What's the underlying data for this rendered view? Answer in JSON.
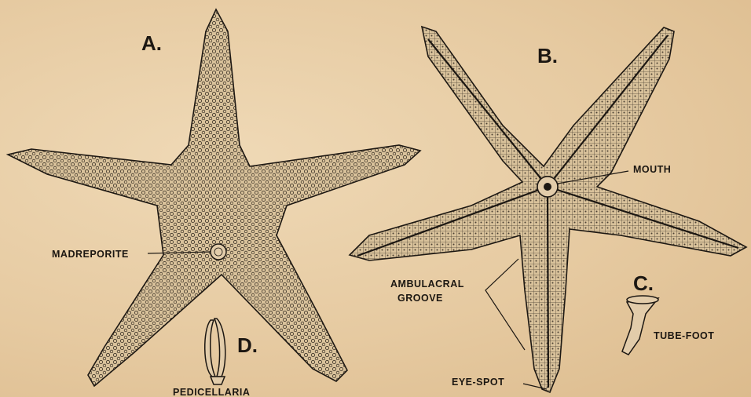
{
  "figures": {
    "a": {
      "letter": "A."
    },
    "b": {
      "letter": "B."
    },
    "c": {
      "letter": "C."
    },
    "d": {
      "letter": "D."
    }
  },
  "labels": {
    "madreporite": "MADREPORITE",
    "mouth": "MOUTH",
    "ambulacral_1": "AMBULACRAL",
    "ambulacral_2": "GROOVE",
    "tube_foot": "TUBE-FOOT",
    "eye_spot": "EYE-SPOT",
    "pedicellaria": "PEDICELLARIA"
  },
  "colors": {
    "paper": "#e8cfa9",
    "ink": "#1c1712",
    "body_fill": "#d9c29b"
  }
}
